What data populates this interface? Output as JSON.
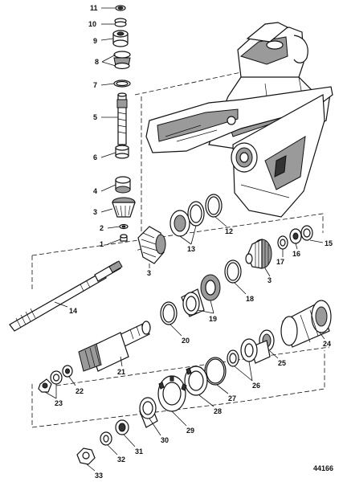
{
  "diagram": {
    "reference_number": "44166",
    "callouts": [
      {
        "id": "1",
        "text": "1"
      },
      {
        "id": "2",
        "text": "2"
      },
      {
        "id": "3a",
        "text": "3"
      },
      {
        "id": "3b",
        "text": "3"
      },
      {
        "id": "3c",
        "text": "3"
      },
      {
        "id": "4",
        "text": "4"
      },
      {
        "id": "5",
        "text": "5"
      },
      {
        "id": "6",
        "text": "6"
      },
      {
        "id": "7",
        "text": "7"
      },
      {
        "id": "8",
        "text": "8"
      },
      {
        "id": "9",
        "text": "9"
      },
      {
        "id": "10",
        "text": "10"
      },
      {
        "id": "11",
        "text": "11"
      },
      {
        "id": "12",
        "text": "12"
      },
      {
        "id": "13",
        "text": "13"
      },
      {
        "id": "14",
        "text": "14"
      },
      {
        "id": "15",
        "text": "15"
      },
      {
        "id": "16",
        "text": "16"
      },
      {
        "id": "17",
        "text": "17"
      },
      {
        "id": "18",
        "text": "18"
      },
      {
        "id": "19",
        "text": "19"
      },
      {
        "id": "20",
        "text": "20"
      },
      {
        "id": "21",
        "text": "21"
      },
      {
        "id": "22",
        "text": "22"
      },
      {
        "id": "23",
        "text": "23"
      },
      {
        "id": "24",
        "text": "24"
      },
      {
        "id": "25",
        "text": "25"
      },
      {
        "id": "26",
        "text": "26"
      },
      {
        "id": "27",
        "text": "27"
      },
      {
        "id": "28",
        "text": "28"
      },
      {
        "id": "29",
        "text": "29"
      },
      {
        "id": "30",
        "text": "30"
      },
      {
        "id": "31",
        "text": "31"
      },
      {
        "id": "32",
        "text": "32"
      },
      {
        "id": "33",
        "text": "33"
      }
    ]
  }
}
